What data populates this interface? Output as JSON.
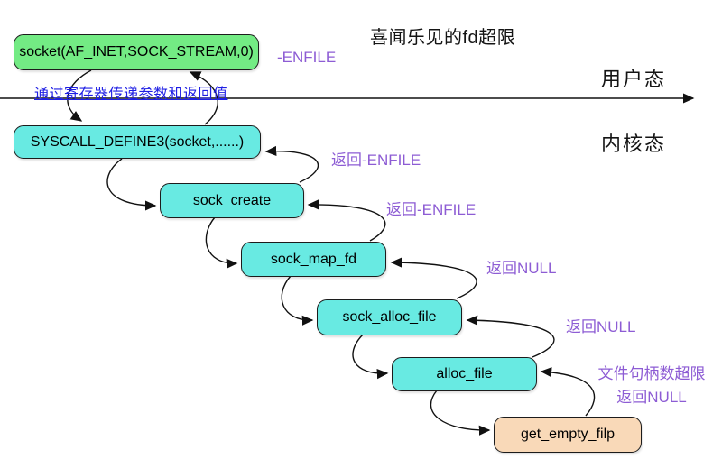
{
  "title": "喜闻乐见的fd超限",
  "layers": {
    "user_mode_label": "用户态",
    "kernel_mode_label": "内核态",
    "boundary_note": "通过寄存器传递参数和返回值"
  },
  "nodes": {
    "socket": "socket(AF_INET,SOCK_STREAM,0)",
    "syscall": "SYSCALL_DEFINE3(socket,......)",
    "sock_create": "sock_create",
    "sock_map_fd": "sock_map_fd",
    "sock_alloc_file": "sock_alloc_file",
    "alloc_file": "alloc_file",
    "get_empty_filp": "get_empty_filp"
  },
  "annotations": {
    "enfile_user": "-ENFILE",
    "ret_enfile_1": "返回-ENFILE",
    "ret_enfile_2": "返回-ENFILE",
    "ret_null_1": "返回NULL",
    "ret_null_2": "返回NULL",
    "fd_limit_line1": "文件句柄数超限",
    "fd_limit_line2": "返回NULL"
  },
  "colors": {
    "entry_node_fill": "#73EB84",
    "kernel_node_fill": "#68EAE2",
    "leaf_node_fill": "#F9D9B8",
    "annotation_purple": "#8D5CD4",
    "boundary_note_blue": "#1E1EE4",
    "node_border": "#1c1c1c",
    "arrow_stroke": "#111111"
  }
}
